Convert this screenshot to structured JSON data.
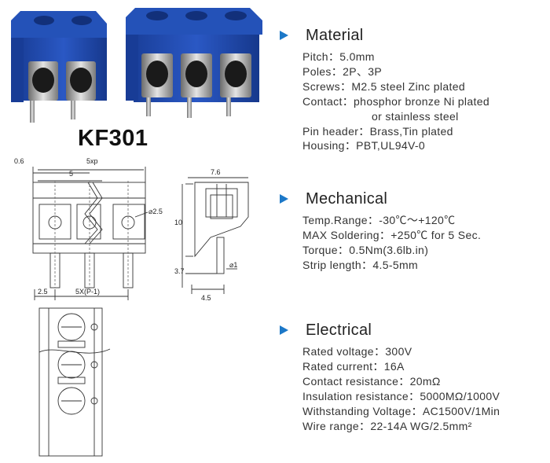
{
  "product": {
    "model": "KF301"
  },
  "drawing": {
    "front_labels": {
      "d06": "0.6",
      "d5xp": "5xp",
      "d5": "5",
      "d25hole": "⌀2.5",
      "d25": "2.5",
      "d5xp1": "5X(P-1)"
    },
    "side_labels": {
      "d76": "7.6",
      "d10": "10",
      "d37": "3.7",
      "d1": "⌀1",
      "d45": "4.5"
    }
  },
  "sections": {
    "material": {
      "title": "Material",
      "lines": [
        "Pitch：5.0mm",
        "Poles：2P、3P",
        "Screws：M2.5  steel Zinc plated",
        "Contact：phosphor bronze Ni plated",
        "or stainless steel",
        "Pin header：Brass,Tin plated",
        "Housing：PBT,UL94V-0"
      ]
    },
    "mechanical": {
      "title": "Mechanical",
      "lines": [
        "Temp.Range：-30℃～+120℃",
        "MAX Soldering：+250℃  for 5 Sec.",
        "Torque：0.5Nm(3.6lb.in)",
        "Strip length：4.5-5mm"
      ]
    },
    "electrical": {
      "title": "Electrical",
      "lines": [
        "Rated voltage：300V",
        "Rated current：16A",
        "Contact resistance：20mΩ",
        "Insulation resistance：5000MΩ/1000V",
        "Withstanding Voltage：AC1500V/1Min",
        "Wire range：22-14A WG/2.5mm²"
      ]
    }
  },
  "colors": {
    "block_blue": "#1e47a8",
    "accent_triangle": "#1c78c8"
  }
}
